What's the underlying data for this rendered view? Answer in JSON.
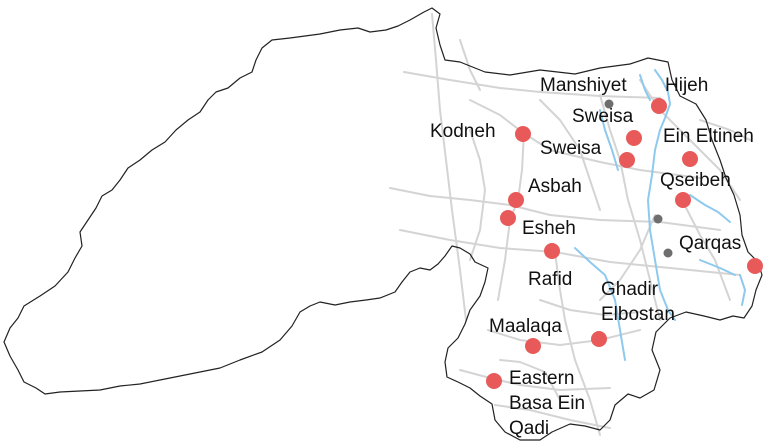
{
  "map": {
    "colors": {
      "background": "#ffffff",
      "border": "#222222",
      "roads": "#d4d4d4",
      "rivers": "#8ec9ee",
      "town_marker": "#e85a5a",
      "minor_marker": "#6e6e6e"
    },
    "towns": [
      {
        "id": "manshiyet",
        "label_lines": [
          "Manshiyet"
        ],
        "marker": "minor"
      },
      {
        "id": "hijeh",
        "label_lines": [
          "Hijeh"
        ],
        "marker": "town"
      },
      {
        "id": "kodneh",
        "label_lines": [
          "Kodneh"
        ],
        "marker": "town"
      },
      {
        "id": "sweisa-1",
        "label_lines": [
          "Sweisa"
        ],
        "marker": "town"
      },
      {
        "id": "sweisa-2",
        "label_lines": [
          "Sweisa"
        ],
        "marker": "town"
      },
      {
        "id": "ein-eltineh",
        "label_lines": [
          "Ein Eltineh"
        ],
        "marker": "town"
      },
      {
        "id": "asbah",
        "label_lines": [
          "Asbah"
        ],
        "marker": "town"
      },
      {
        "id": "qseibeh",
        "label_lines": [
          "Qseibeh"
        ],
        "marker": "town"
      },
      {
        "id": "esheh",
        "label_lines": [
          "Esheh"
        ],
        "marker": "town"
      },
      {
        "id": "qarqas",
        "label_lines": [
          "Qarqas"
        ],
        "marker": "minor"
      },
      {
        "id": "rafid",
        "label_lines": [
          "Rafid"
        ],
        "marker": "town"
      },
      {
        "id": "ghadir-elbostan",
        "label_lines": [
          "Ghadir",
          "Elbostan"
        ],
        "marker": "town"
      },
      {
        "id": "maalaqa",
        "label_lines": [
          "Maalaqa"
        ],
        "marker": "town"
      },
      {
        "id": "eastern-basa-ein-qadi",
        "label_lines": [
          "Eastern",
          "Basa Ein",
          "Qadi"
        ],
        "marker": "town"
      }
    ],
    "unlabeled_markers": [
      {
        "id": "unnamed-1",
        "marker": "minor"
      },
      {
        "id": "unnamed-2",
        "marker": "town"
      }
    ]
  }
}
